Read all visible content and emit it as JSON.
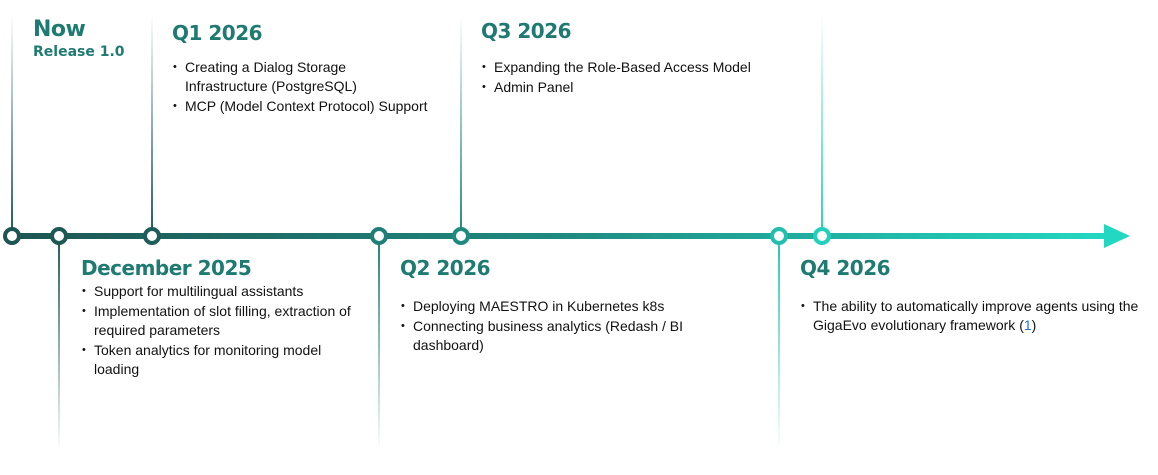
{
  "colors": {
    "start": "#1d5552",
    "mid": "#1f8a80",
    "end": "#22d8c2",
    "heading": "#1f7a72"
  },
  "milestones": {
    "now": {
      "title": "Now",
      "subtitle": "Release 1.0"
    },
    "dec2025": {
      "title": "December 2025",
      "items": [
        "Support for multilingual assistants",
        "Implementation of slot filling, extraction of required parameters",
        "Token analytics for monitoring model loading"
      ]
    },
    "q1": {
      "title": "Q1 2026",
      "items": [
        "Creating a Dialog Storage Infrastructure (PostgreSQL)",
        "MCP (Model Context Protocol) Support"
      ]
    },
    "q2": {
      "title": "Q2 2026",
      "items": [
        "Deploying MAESTRO in Kubernetes k8s",
        "Connecting business analytics (Redash / BI dashboard)"
      ]
    },
    "q3": {
      "title": "Q3 2026",
      "items": [
        "Expanding the Role-Based Access Model",
        "Admin Panel"
      ]
    },
    "q4": {
      "title": "Q4 2026",
      "items": [
        "The ability to automatically improve agents using the GigaEvo evolutionary framework ("
      ],
      "ref": "1",
      "ref_close": ")"
    }
  }
}
